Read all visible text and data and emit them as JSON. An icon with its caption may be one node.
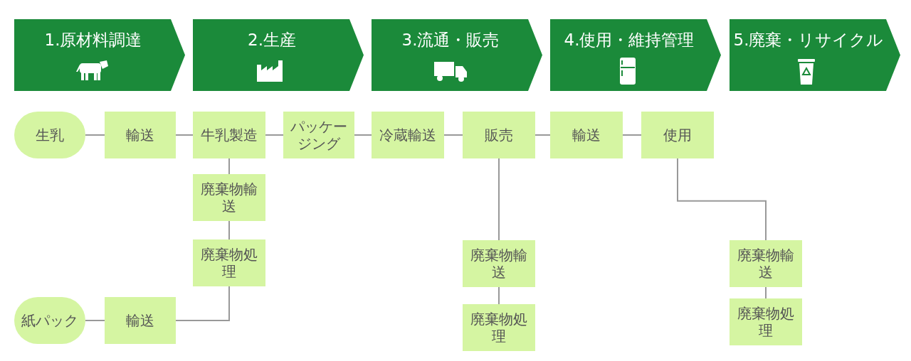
{
  "diagram": {
    "nodes": [
      {
        "text": [
          "1.原材料調達"
        ]
      },
      {
        "text": [
          "2.生産"
        ]
      },
      {
        "text": [
          "3.流通・販売"
        ]
      },
      {
        "text": [
          "4.使用・維持管理"
        ]
      },
      {
        "text": [
          "5.廃棄・リサイクル"
        ]
      },
      {
        "text": [
          "生乳"
        ]
      },
      {
        "text": [
          "輸送"
        ]
      },
      {
        "text": [
          "牛乳製造"
        ]
      },
      {
        "text": [
          "パッケージング"
        ]
      },
      {
        "text": [
          "冷蔵輸送"
        ]
      },
      {
        "text": [
          "販売"
        ]
      },
      {
        "text": [
          "輸送"
        ]
      },
      {
        "text": [
          "使用"
        ]
      },
      {
        "text": [
          "廃棄物輸送"
        ]
      },
      {
        "text": [
          "廃棄物処理"
        ]
      },
      {
        "text": [
          "紙パック"
        ]
      },
      {
        "text": [
          "輸送"
        ]
      },
      {
        "text": [
          "廃棄物輸送"
        ]
      },
      {
        "text": [
          "廃棄物処理"
        ]
      },
      {
        "text": [
          "廃棄物輸送"
        ]
      },
      {
        "text": [
          "廃棄物処理"
        ]
      }
    ],
    "edges": [
      {
        "from": 5,
        "to": 6,
        "arrow": "none"
      },
      {
        "from": 6,
        "to": 7,
        "arrow": "none"
      },
      {
        "from": 7,
        "to": 8,
        "arrow": "none"
      },
      {
        "from": 8,
        "to": 9,
        "arrow": "none"
      },
      {
        "from": 9,
        "to": 10,
        "arrow": "none"
      },
      {
        "from": 10,
        "to": 11,
        "arrow": "none"
      },
      {
        "from": 11,
        "to": 12,
        "arrow": "none"
      },
      {
        "from": 7,
        "to": 13,
        "arrow": "none"
      },
      {
        "from": 13,
        "to": 14,
        "arrow": "none"
      },
      {
        "from": 15,
        "to": 16,
        "arrow": "none"
      },
      {
        "from": 16,
        "to": 14,
        "arrow": "none"
      },
      {
        "from": 10,
        "to": 17,
        "arrow": "none"
      },
      {
        "from": 17,
        "to": 18,
        "arrow": "none"
      },
      {
        "from": 12,
        "to": 19,
        "arrow": "none"
      },
      {
        "from": 19,
        "to": 20,
        "arrow": "none"
      }
    ]
  }
}
